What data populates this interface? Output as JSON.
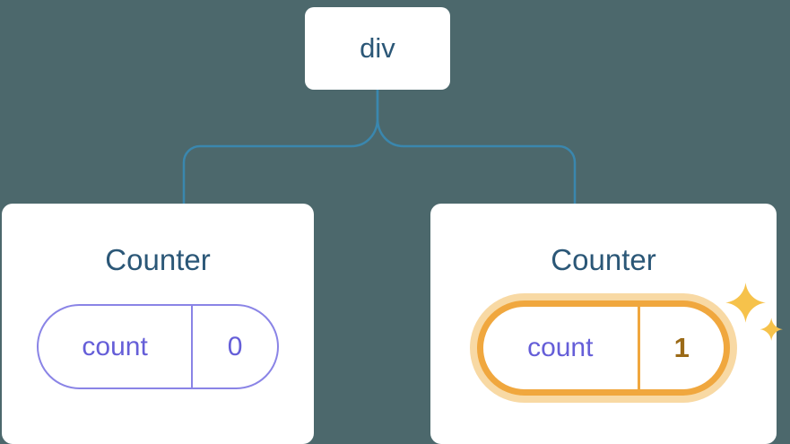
{
  "diagram": {
    "type": "component-tree",
    "root_node": {
      "label": "div"
    },
    "children": [
      {
        "title": "Counter",
        "state_key": "count",
        "state_value": "0",
        "highlighted": false
      },
      {
        "title": "Counter",
        "state_key": "count",
        "state_value": "1",
        "highlighted": true
      }
    ],
    "colors": {
      "background": "#4c686c",
      "card_background": "#ffffff",
      "connector_line": "#3a87ae",
      "heading_text": "#2b5777",
      "state_text": "#655ed8",
      "state_border": "#8a84e6",
      "highlight_border": "#f0a73e",
      "highlight_glow": "#f8d9a4",
      "highlight_value_text": "#9b6a17",
      "sparkle": "#f6c24b"
    }
  }
}
